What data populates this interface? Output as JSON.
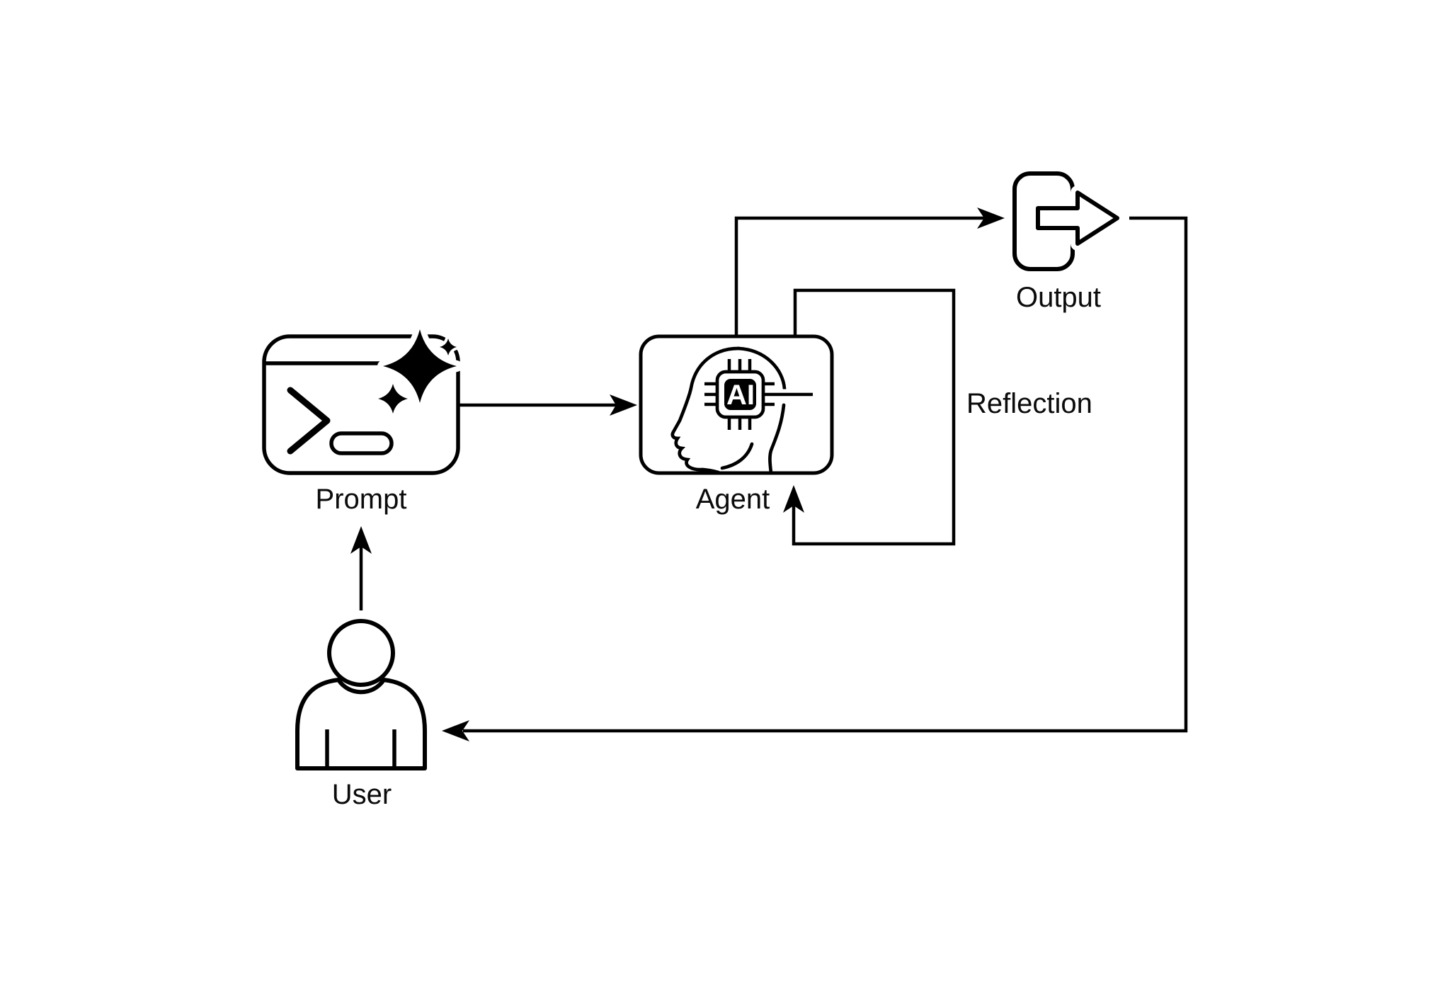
{
  "diagram": {
    "title": "agent-reflection-loop-flow",
    "background_color": "#ffffff",
    "line_color": "#000000",
    "text_color": "#0b0b0b",
    "nodes": {
      "prompt": {
        "label": "Prompt",
        "icon": "terminal-sparkle-icon"
      },
      "agent": {
        "label": "Agent",
        "icon": "head-with-ai-chip-icon",
        "chip_text": "AI"
      },
      "output": {
        "label": "Output",
        "icon": "export-arrow-icon"
      },
      "user": {
        "label": "User",
        "icon": "person-icon"
      }
    },
    "edges": {
      "user_to_prompt": {
        "from": "user",
        "to": "prompt",
        "label": ""
      },
      "prompt_to_agent": {
        "from": "prompt",
        "to": "agent",
        "label": ""
      },
      "agent_to_output": {
        "from": "agent",
        "to": "output",
        "label": ""
      },
      "reflection_loop": {
        "from": "agent",
        "to": "agent",
        "label": "Reflection"
      },
      "output_to_user": {
        "from": "output",
        "to": "user",
        "label": ""
      }
    }
  }
}
